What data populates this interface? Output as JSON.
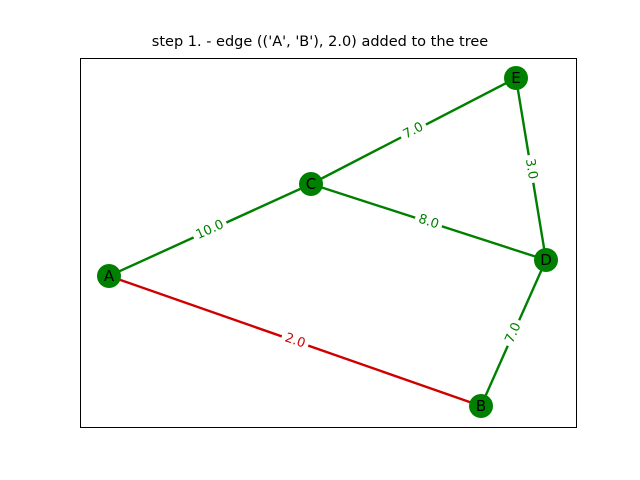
{
  "title": "step 1. - edge (('A', 'B'), 2.0) added to the tree",
  "colors": {
    "node_fill": "#008000",
    "tree_edge": "#d00000",
    "graph_edge": "#008000",
    "node_label": "#000000",
    "frame": "#000000"
  },
  "nodes": [
    {
      "id": "A",
      "label": "A"
    },
    {
      "id": "B",
      "label": "B"
    },
    {
      "id": "C",
      "label": "C"
    },
    {
      "id": "D",
      "label": "D"
    },
    {
      "id": "E",
      "label": "E"
    }
  ],
  "edges": [
    {
      "source": "A",
      "target": "C",
      "weight": "10.0",
      "in_tree": false
    },
    {
      "source": "A",
      "target": "B",
      "weight": "2.0",
      "in_tree": true
    },
    {
      "source": "C",
      "target": "E",
      "weight": "7.0",
      "in_tree": false
    },
    {
      "source": "C",
      "target": "D",
      "weight": "8.0",
      "in_tree": false
    },
    {
      "source": "E",
      "target": "D",
      "weight": "3.0",
      "in_tree": false
    },
    {
      "source": "D",
      "target": "B",
      "weight": "7.0",
      "in_tree": false
    }
  ]
}
